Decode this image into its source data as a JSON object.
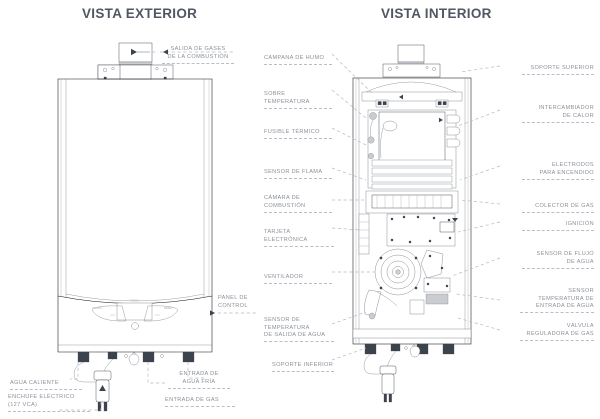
{
  "page": {
    "background": "#ffffff",
    "title_color": "#4f5763",
    "label_color": "#8b9099",
    "line_color": "#0f1115",
    "leader_color": "#b4b9c1"
  },
  "headings": {
    "exterior": "VISTA EXTERIOR",
    "interior": "VISTA INTERIOR"
  },
  "exterior_labels": {
    "flue_outlet": "SALIDA DE GASES\nDE LA COMBUSTIÓN",
    "control_panel": "PANEL DE\nCONTROL",
    "hot_water": "AGUA CALIENTE",
    "electric_plug": "ENCHUFE ELÉCTRICO\n(127 VCA)",
    "gas_inlet": "ENTRADA DE GAS",
    "cold_water_inlet": "ENTRADA DE\nAGUA FRÍA"
  },
  "interior_labels_left": {
    "smoke_hood": "CAMPANA DE HUMO",
    "over_temperature": "SOBRE TEMPERATURA",
    "thermal_fuse": "FUSIBLE TÉRMICO",
    "flame_sensor": "SENSOR DE FLAMA",
    "combustion_chamber": "CÁMARA DE\nCOMBUSTIÓN",
    "electronic_board": "TARJETA ELECTRÓNICA",
    "fan": "VENTILADOR",
    "water_outlet_temp_sensor": "SENSOR DE\nTEMPERATURA\nDE SALIDA DE AGUA",
    "lower_support": "SOPORTE INFERIOR"
  },
  "interior_labels_right": {
    "upper_support": "SOPORTE SUPERIOR",
    "heat_exchanger": "INTERCAMBIADOR\nDE CALOR",
    "ignition_electrodes": "ELECTRODOS\nPARA ENCENDIDO",
    "gas_manifold": "COLECTOR DE GAS",
    "ignition": "IGNICIÓN",
    "water_flow_sensor": "SENSOR DE FLUJO\nDE AGUA",
    "water_inlet_temp_sensor": "SENSOR\nTEMPERATURA DE\nENTRADA DE AGUA",
    "gas_valve": "VÁLVULA\nREGULADORA DE GAS"
  },
  "icons": {
    "flue_arrow": "arrow-left-icon",
    "panel_arrow": "arrow-left-icon"
  }
}
